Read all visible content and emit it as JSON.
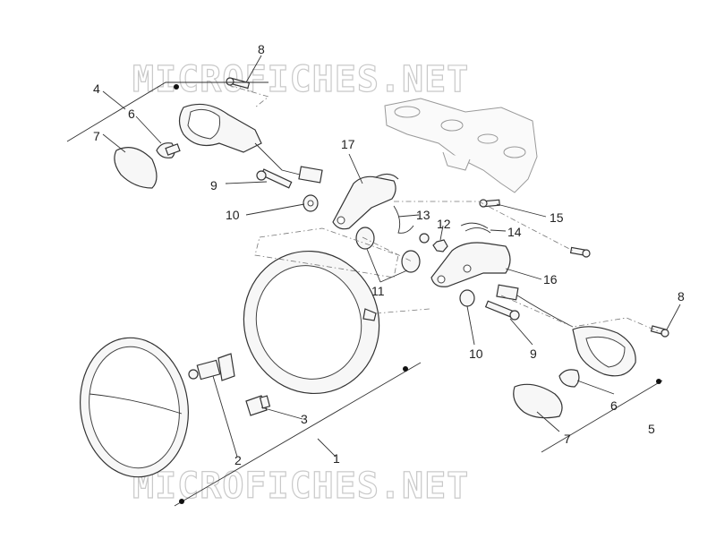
{
  "watermark": {
    "top_text": "MICROFICHES.NET",
    "bottom_text": "MICROFICHES.NET"
  },
  "callouts": [
    "1",
    "2",
    "3",
    "4",
    "5",
    "6",
    "7",
    "8",
    "9",
    "10",
    "11",
    "12",
    "13",
    "14",
    "15",
    "16",
    "17"
  ],
  "labels": {
    "l1": "1",
    "l2": "2",
    "l3": "3",
    "l4": "4",
    "l5": "5",
    "l6a": "6",
    "l6b": "6",
    "l7a": "7",
    "l7b": "7",
    "l8a": "8",
    "l8b": "8",
    "l9a": "9",
    "l9b": "9",
    "l10a": "10",
    "l10b": "10",
    "l11": "11",
    "l12": "12",
    "l13": "13",
    "l14": "14",
    "l15": "15",
    "l16": "16",
    "l17": "17"
  }
}
